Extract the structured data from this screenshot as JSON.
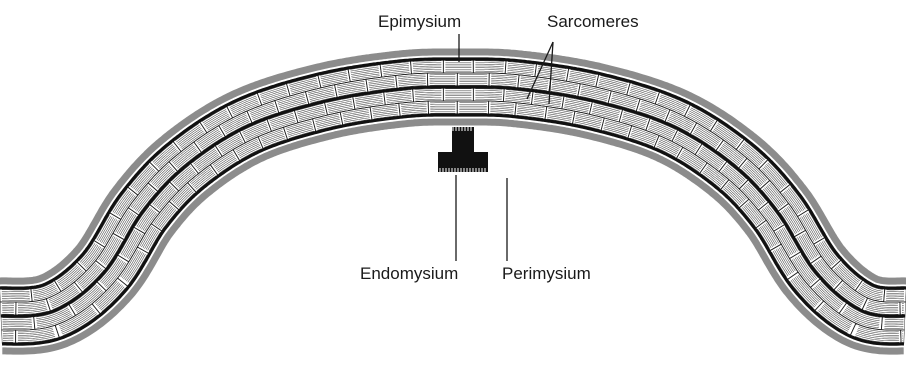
{
  "labels": {
    "epimysium": "Epimysium",
    "sarcomeres": "Sarcomeres",
    "endomysium": "Endomysium",
    "perimysium": "Perimysium"
  },
  "colors": {
    "sheath": "#8c8c8c",
    "boundary": "#111111",
    "cell_fill": "#ffffff",
    "striation": "#555555",
    "highlight": "#111111",
    "text": "#1a1a1a"
  }
}
